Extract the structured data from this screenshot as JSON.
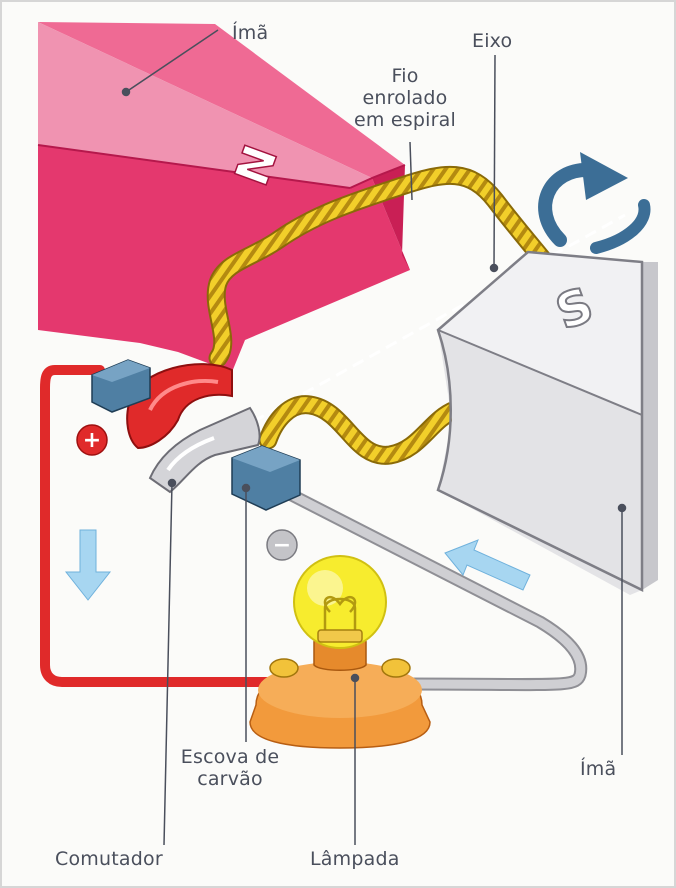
{
  "labels": {
    "ima_top": "Ímã",
    "eixo": "Eixo",
    "fio": [
      "Fio",
      "enrolado",
      "em espiral"
    ],
    "escova": [
      "Escova de",
      "carvão"
    ],
    "ima_right": "Ímã",
    "comutador": "Comutador",
    "lampada": "Lâmpada"
  },
  "magnet_poles": {
    "north": "N",
    "south": "S"
  },
  "signs": {
    "positive": "+",
    "negative": "−"
  },
  "colors": {
    "north_magnet": "#e4386e",
    "south_magnet": "#e9e9ec",
    "red_wire": "#e02a2a",
    "gray_wire": "#bcbcc0",
    "coil": "#e8c21a",
    "brush": "#4f7fa3",
    "arrow": "#9ed0ee",
    "rotation_arrow": "#3c6e96",
    "bulb": "#f7ec2e",
    "lamp_base": "#f29a3c"
  }
}
